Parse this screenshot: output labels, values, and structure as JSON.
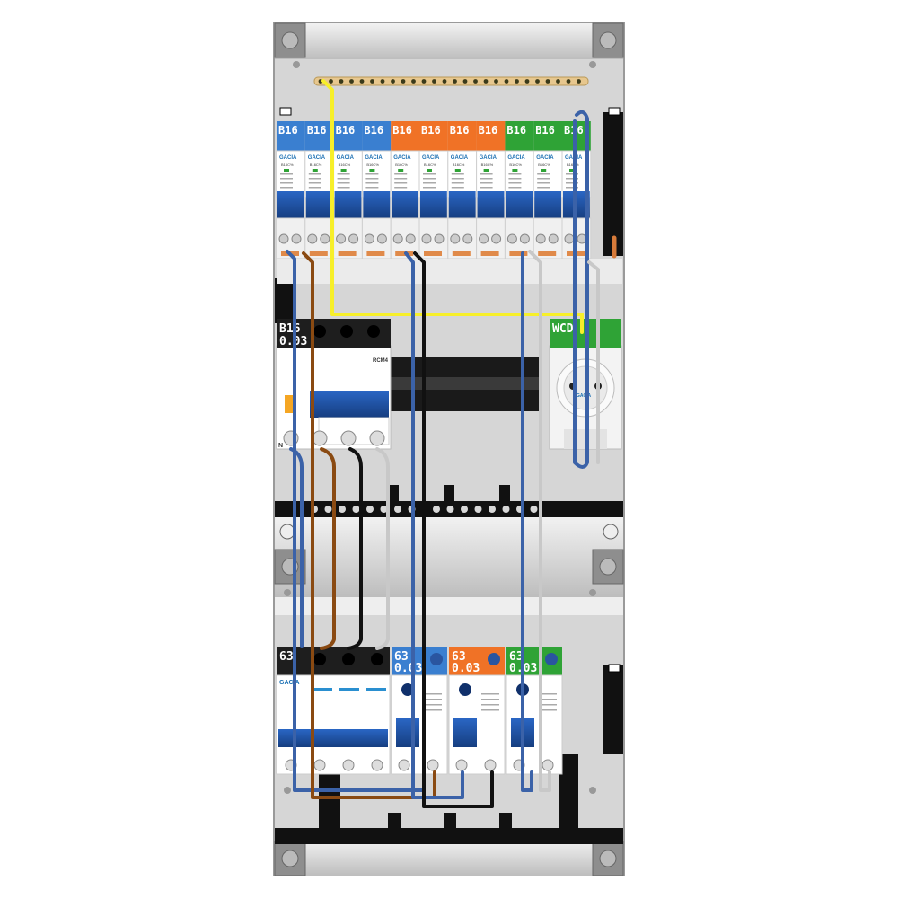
{
  "panel": {
    "top_row": {
      "breakers": [
        {
          "rating": "B16",
          "color": "#3a7fd0"
        },
        {
          "rating": "B16",
          "color": "#3a7fd0"
        },
        {
          "rating": "B16",
          "color": "#3a7fd0"
        },
        {
          "rating": "B16",
          "color": "#3a7fd0"
        },
        {
          "rating": "B16",
          "color": "#f07226"
        },
        {
          "rating": "B16",
          "color": "#f07226"
        },
        {
          "rating": "B16",
          "color": "#f07226"
        },
        {
          "rating": "B16",
          "color": "#f07226"
        },
        {
          "rating": "B16",
          "color": "#2fa336"
        },
        {
          "rating": "B16",
          "color": "#2fa336"
        },
        {
          "rating": "B16",
          "color": "#2fa336"
        }
      ],
      "brand": "GACIA",
      "model": "B16C%"
    },
    "middle_row": {
      "rcbo": {
        "rating": "B16",
        "sensitivity": "0.03",
        "model": "RCM4",
        "color": "#1e1e1e",
        "neutral_label": "N"
      },
      "socket": {
        "label": "WCD",
        "color": "#2fa336",
        "brand": "GACIA"
      }
    },
    "bottom_row": {
      "main_switch": {
        "rating": "63",
        "color": "#1e1e1e",
        "brand": "GACIA"
      },
      "rcds": [
        {
          "rating": "63",
          "sensitivity": "0.03",
          "color": "#3a7fd0"
        },
        {
          "rating": "63",
          "sensitivity": "0.03",
          "color": "#f07226"
        },
        {
          "rating": "63",
          "sensitivity": "0.03",
          "color": "#2fa336"
        }
      ]
    },
    "colors": {
      "wire_blue": "#3b62a8",
      "wire_brown": "#8a4a12",
      "wire_black": "#111111",
      "wire_grey": "#c8c8c8",
      "wire_yellow": "#f7ef2a",
      "handle_blue": "#1c4fa0",
      "enclosure": "#d6d6d6"
    }
  }
}
